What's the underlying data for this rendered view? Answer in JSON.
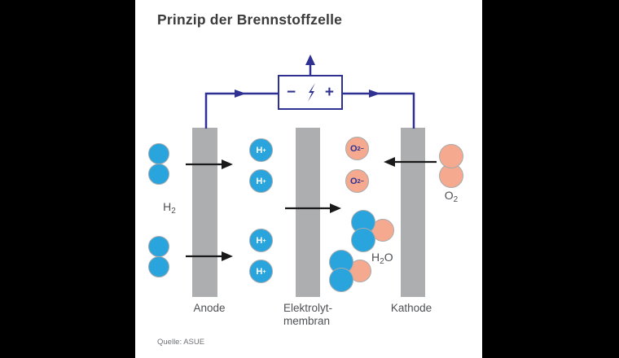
{
  "title": "Prinzip der Brennstoffzelle",
  "source": "Quelle: ASUE",
  "circuit": {
    "minus": "−",
    "plus": "+",
    "bolt_icon": "lightning-bolt"
  },
  "electrodes": {
    "anode": "Anode",
    "membrane_line1": "Elektrolyt-",
    "membrane_line2": "membran",
    "cathode": "Kathode"
  },
  "species": {
    "h2": {
      "base": "H",
      "sub": "2"
    },
    "o2": {
      "base": "O",
      "sub": "2"
    },
    "h2o": {
      "h": "H",
      "sub": "2",
      "o": "O"
    },
    "proton": {
      "base": "H",
      "sup": "+"
    },
    "oxide": {
      "base": "O",
      "sup": "2−"
    }
  },
  "colors": {
    "wire_navy": "#2E3192",
    "hydrogen_blue": "#29A4DC",
    "oxygen_salmon": "#F5A98E",
    "electrode_gray": "#ADAEB0",
    "arrow_black": "#1A1A1A",
    "title_text": "#3B3B3C",
    "label_text": "#4F5054",
    "source_text": "#717275",
    "background": "#FFFFFF",
    "frame": "#000000"
  }
}
